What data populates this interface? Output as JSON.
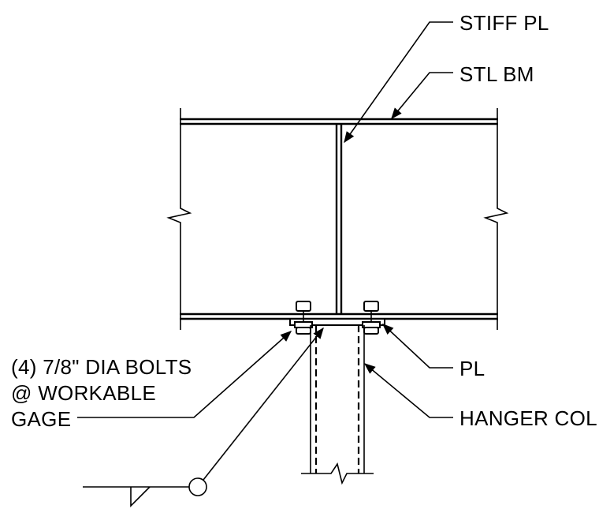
{
  "labels": {
    "stiff_pl": "STIFF PL",
    "stl_bm": "STL BM",
    "pl": "PL",
    "hanger_col": "HANGER COL",
    "bolts_line1": "(4) 7/8\" DIA BOLTS",
    "bolts_line2": "@ WORKABLE",
    "bolts_line3": "GAGE"
  },
  "colors": {
    "ink": "#000000",
    "background": "#ffffff"
  }
}
